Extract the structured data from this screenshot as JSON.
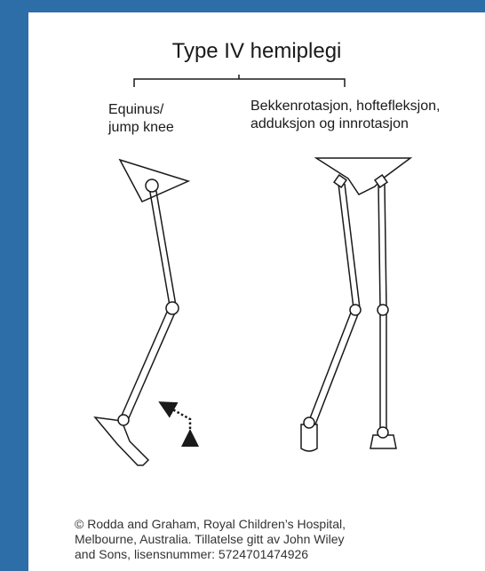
{
  "title": "Type IV hemiplegi",
  "labels": {
    "left": {
      "line1": "Equinus/",
      "line2": "jump knee"
    },
    "right": {
      "line1": "Bekkenrotasjon, hoftefleksjon,",
      "line2": "adduksjon og innrotasjon"
    }
  },
  "credit": {
    "line1": "© Rodda and Graham, Royal Children’s Hospital,",
    "line2": "Melbourne, Australia. Tillatelse gitt av John Wiley",
    "line3": "and Sons, lisensnummer: 5724701474926"
  },
  "colors": {
    "background": "#2e6ea8",
    "panel": "#ffffff",
    "ink": "#1a1a1a"
  }
}
